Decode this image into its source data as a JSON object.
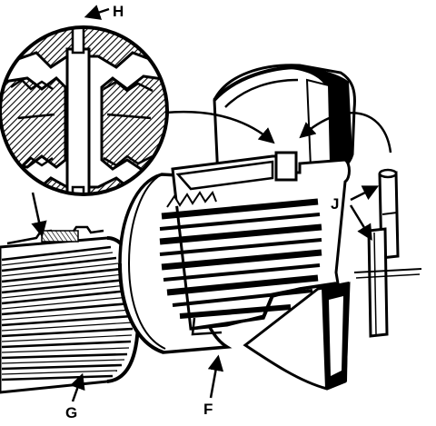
{
  "figure": {
    "labels": {
      "H": "H",
      "G": "G",
      "F": "F",
      "J": "J"
    },
    "colors": {
      "ink": "#000000",
      "paper": "#ffffff"
    },
    "parts": {
      "detail": "spline-detail-magnifier-icon",
      "shaft": "splined-shaft-icon",
      "hub": "splined-hub-icon",
      "housing": "housing-icon",
      "pin": "roll-pin-icon"
    }
  }
}
